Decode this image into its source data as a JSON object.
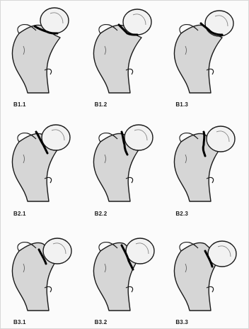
{
  "figure": {
    "labels": [
      "B1.1",
      "B1.2",
      "B1.3",
      "B2.1",
      "B2.2",
      "B2.3",
      "B3.1",
      "B3.2",
      "B3.3"
    ]
  }
}
